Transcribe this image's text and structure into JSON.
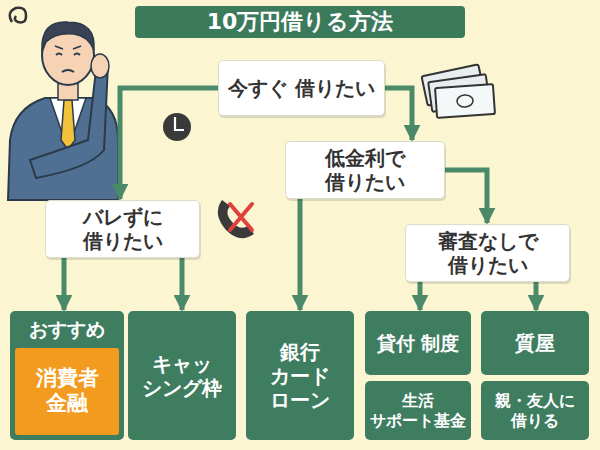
{
  "diagram": {
    "title": "10万円借りる方法",
    "nodes": [
      {
        "text": [
          "今すぐ 借りたい"
        ]
      },
      {
        "text": [
          "低金利で 借りたい"
        ]
      },
      {
        "text": [
          "バレずに 借りたい"
        ]
      },
      {
        "text": [
          "審査なしで 借りたい"
        ]
      },
      {
        "text": [
          "おすすめ",
          "消費者 金融"
        ]
      },
      {
        "text": [
          "キャッ シング枠"
        ]
      },
      {
        "text": [
          "銀行 カード ローン"
        ]
      },
      {
        "text": [
          "貸付 制度"
        ]
      },
      {
        "text": [
          "生活 サポート基金"
        ]
      },
      {
        "text": [
          "質屋"
        ]
      },
      {
        "text": [
          "親・友人に 借りる"
        ]
      }
    ],
    "edges": [
      {
        "from": 0,
        "to": 2,
        "arrow": "to"
      },
      {
        "from": 0,
        "to": 1,
        "arrow": "to"
      },
      {
        "from": 2,
        "to": 4,
        "arrow": "to"
      },
      {
        "from": 2,
        "to": 5,
        "arrow": "to"
      },
      {
        "from": 1,
        "to": 6,
        "arrow": "to"
      },
      {
        "from": 1,
        "to": 3,
        "arrow": "to"
      },
      {
        "from": 3,
        "to": 7,
        "arrow": "to"
      },
      {
        "from": 3,
        "to": 9,
        "arrow": "to"
      }
    ]
  }
}
